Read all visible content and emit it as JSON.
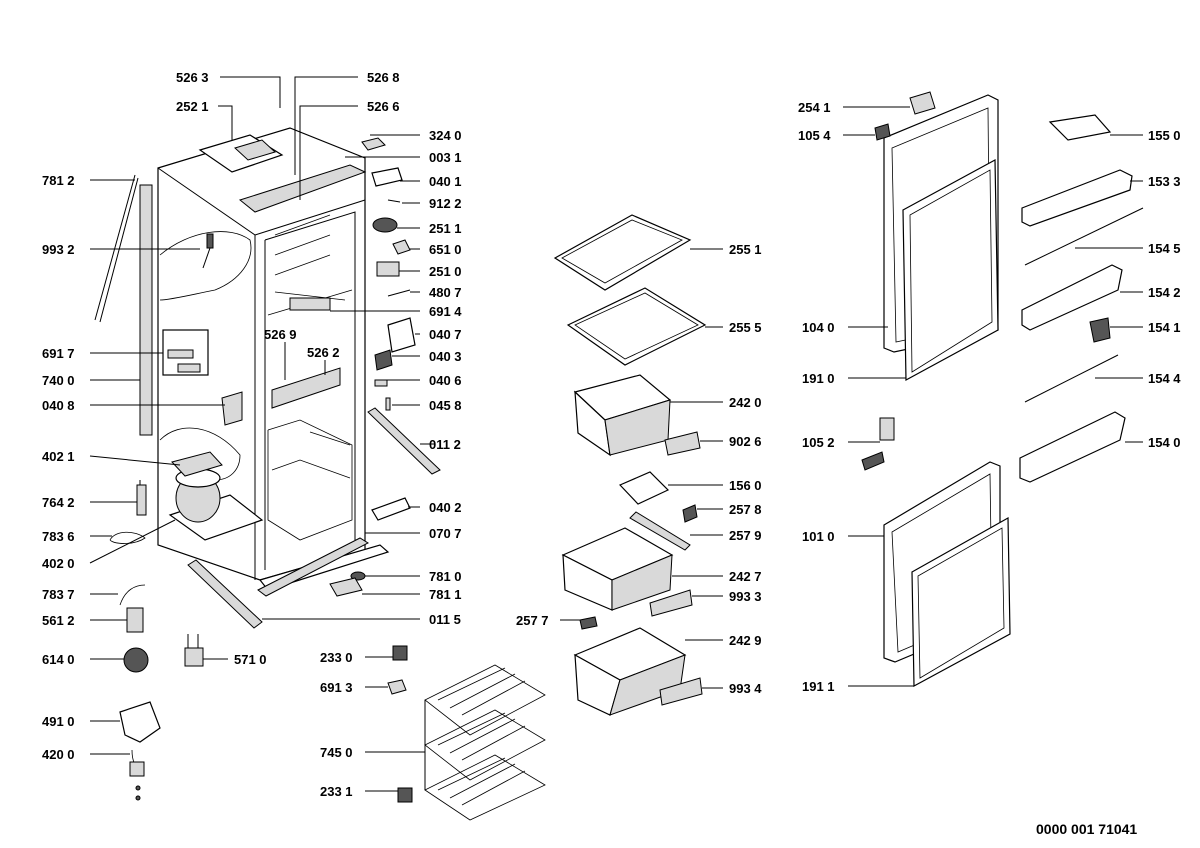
{
  "diagram": {
    "document_number": "0000 001 71041",
    "part_labels": {
      "p5263": "526 3",
      "p5268": "526 8",
      "p2521": "252 1",
      "p5266": "526 6",
      "p3240": "324 0",
      "p0031": "003 1",
      "p7812": "781 2",
      "p0401": "040 1",
      "p9122": "912 2",
      "p2511": "251 1",
      "p9932": "993 2",
      "p6510": "651 0",
      "p2510": "251 0",
      "p4807": "480 7",
      "p6914": "691 4",
      "p0407": "040 7",
      "p5269": "526 9",
      "p5262": "526 2",
      "p6917": "691 7",
      "p0403": "040 3",
      "p7400": "740 0",
      "p0406": "040 6",
      "p0408": "040 8",
      "p0458": "045 8",
      "p0112": "011 2",
      "p4021": "402 1",
      "p7642": "764 2",
      "p0402": "040 2",
      "p7836": "783 6",
      "p0707": "070 7",
      "p4020": "402 0",
      "p7810": "781 0",
      "p7811": "781 1",
      "p7837": "783 7",
      "p5612": "561 2",
      "p0115": "011 5",
      "p6140": "614 0",
      "p5710": "571 0",
      "p4910": "491 0",
      "p4200": "420 0",
      "p2551": "255 1",
      "p2555": "255 5",
      "p2420": "242 0",
      "p9026": "902 6",
      "p1560": "156 0",
      "p2578": "257 8",
      "p2579": "257 9",
      "p2427": "242 7",
      "p9933": "993 3",
      "p2577": "257 7",
      "p2429": "242 9",
      "p2330": "233 0",
      "p6913": "691 3",
      "p9934": "993 4",
      "p7450": "745 0",
      "p2331": "233 1",
      "p2541": "254 1",
      "p1054": "105 4",
      "p1550": "155 0",
      "p1533": "153 3",
      "p1545": "154 5",
      "p1542": "154 2",
      "p1040": "104 0",
      "p1541": "154 1",
      "p1910": "191 0",
      "p1544": "154 4",
      "p1052": "105 2",
      "p1540": "154 0",
      "p1010": "101 0",
      "p1911": "191 1"
    }
  }
}
